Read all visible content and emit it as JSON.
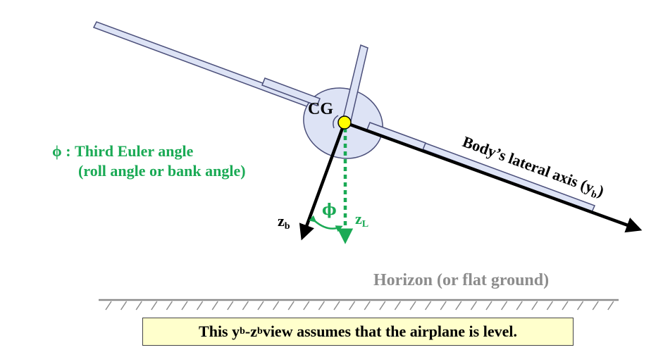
{
  "labels": {
    "cg": "CG",
    "phi_symbol": "ϕ",
    "phi_description_line1": "ϕ : Third Euler angle",
    "phi_description_line2": "(roll angle or bank angle)",
    "axis_label": "Body’s lateral axis (y",
    "axis_label_sub": "b",
    "axis_label_close": ")",
    "zb_main": "z",
    "zb_sub": "b",
    "zl_main": "z",
    "zl_sub": "L",
    "horizon": "Horizon (or flat ground)"
  },
  "caption": {
    "part1": "This y",
    "sub1": "b",
    "part2": "-z",
    "sub2": "b",
    "part3": " view assumes that the airplane is level."
  },
  "colors": {
    "green": "#1aaa55",
    "airplane_fill": "#dde3f5",
    "airplane_stroke": "#4b4f7a",
    "cg_dot": "#ffff00",
    "horizon_gray": "#8c8c8c",
    "caption_bg": "#ffffcc"
  }
}
